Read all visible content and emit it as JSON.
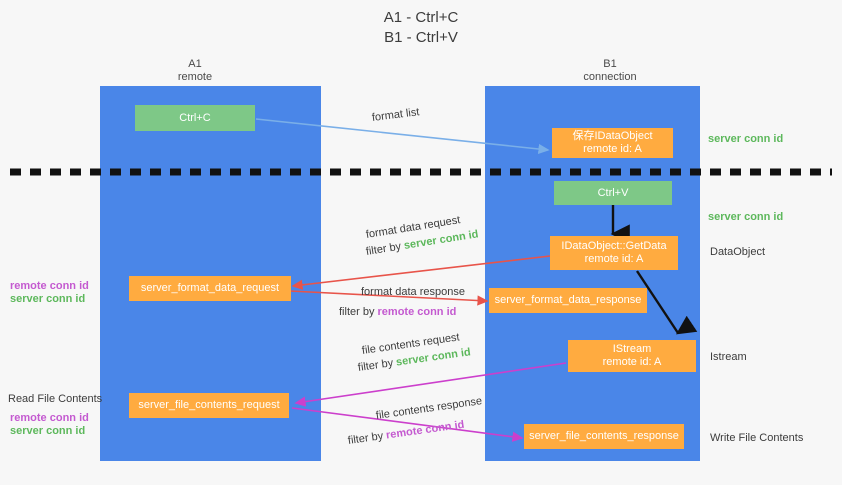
{
  "title": "A1 - Ctrl+C\nB1 - Ctrl+V",
  "columns": [
    {
      "name": "A1",
      "sub": "remote",
      "header": "A1\nremote"
    },
    {
      "name": "B1",
      "sub": "connection",
      "header": "B1\nconnection"
    }
  ],
  "nodes": {
    "ctrl_c": "Ctrl+C",
    "save_idataobject": "保存IDataObject\nremote id: A",
    "ctrl_v": "Ctrl+V",
    "idataobject_getdata": "IDataObject::GetData\nremote id: A",
    "istream": "IStream\nremote id: A",
    "server_format_data_request": "server_format_data_request",
    "server_format_data_response": "server_format_data_response",
    "server_file_contents_request": "server_file_contents_request",
    "server_file_contents_response": "server_file_contents_response"
  },
  "edge_labels": {
    "format_list": "format list",
    "format_data_request": "format data request",
    "format_data_request_filter_prefix": "filter by ",
    "format_data_request_filter_value": "server conn id",
    "format_data_response": "format data response",
    "format_data_response_filter_prefix": "filter by ",
    "format_data_response_filter_value": "remote conn id",
    "file_contents_request": "file contents request",
    "file_contents_request_filter_prefix": "filter by ",
    "file_contents_request_filter_value": "server conn id",
    "file_contents_response": "file contents response",
    "file_contents_response_filter_prefix": "filter by ",
    "file_contents_response_filter_value": "remote conn id"
  },
  "right_labels": {
    "server_conn_id_top": "server conn id",
    "server_conn_id_mid": "server conn id",
    "dataobject": "DataObject",
    "istream": "Istream",
    "write_file_contents": "Write File Contents"
  },
  "left_labels": {
    "remote_conn_id_upper": "remote conn id",
    "server_conn_id_upper": "server conn id",
    "read_file_contents": "Read File Contents",
    "remote_conn_id_lower": "remote conn id",
    "server_conn_id_lower": "server conn id"
  },
  "colors": {
    "lane": "#4a86e8",
    "green_node": "#7ec887",
    "orange_node": "#ffab40",
    "green_text": "#5db85c",
    "purple_text": "#c45ad0",
    "red_arrow": "#e8544a",
    "magenta_arrow": "#cc3fcc",
    "blue_arrow": "#7aafe8",
    "black_arrow": "#111111",
    "background": "#f7f7f7"
  }
}
